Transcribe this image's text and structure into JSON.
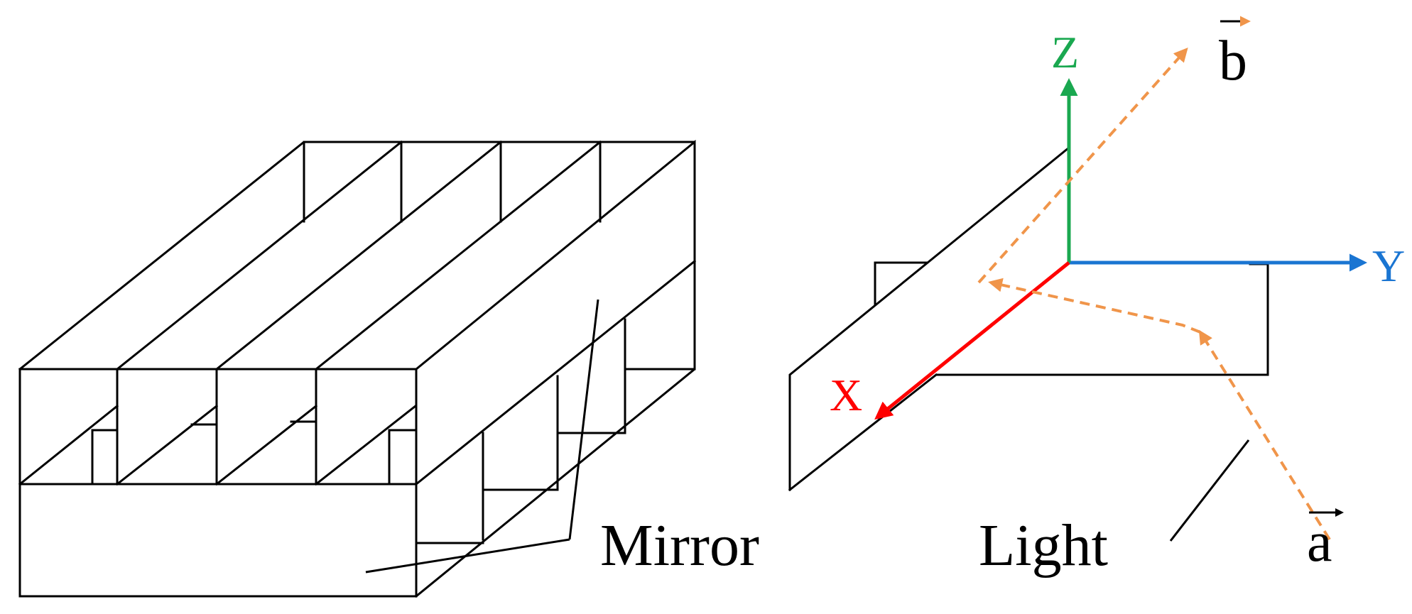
{
  "labels": {
    "mirror": "Mirror",
    "light": "Light",
    "axis_x": "X",
    "axis_y": "Y",
    "axis_z": "Z",
    "vector_a": "a",
    "vector_b": "b"
  },
  "colors": {
    "line": "#000000",
    "axis_x": "#ff0000",
    "axis_y": "#1a75d2",
    "axis_z": "#1aa850",
    "light_path": "#f0954a",
    "background": "#ffffff"
  }
}
